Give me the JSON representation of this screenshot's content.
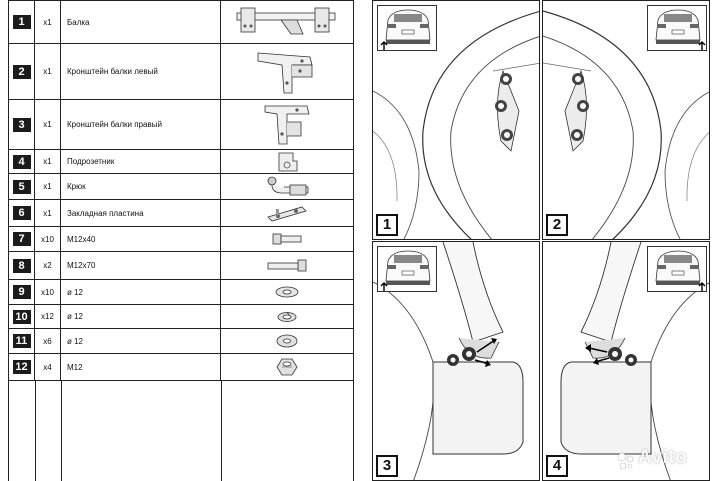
{
  "parts": [
    {
      "num": "1",
      "qty": "x1",
      "name": "Балка",
      "icon": "tow-beam-icon"
    },
    {
      "num": "2",
      "qty": "x1",
      "name": "Кронштейн балки левый",
      "icon": "left-bracket-icon"
    },
    {
      "num": "3",
      "qty": "x1",
      "name": "Кронштейн балки правый",
      "icon": "right-bracket-icon"
    },
    {
      "num": "4",
      "qty": "x1",
      "name": "Подрозетник",
      "icon": "socket-bracket-icon"
    },
    {
      "num": "5",
      "qty": "x1",
      "name": "Крюк",
      "icon": "tow-ball-hook-icon"
    },
    {
      "num": "6",
      "qty": "x1",
      "name": "Закладная пластина",
      "icon": "embedded-plate-icon"
    },
    {
      "num": "7",
      "qty": "x10",
      "name": "M12x40",
      "icon": "bolt-short-icon"
    },
    {
      "num": "8",
      "qty": "x2",
      "name": "M12x70",
      "icon": "bolt-long-icon"
    },
    {
      "num": "9",
      "qty": "x10",
      "name": "ø 12",
      "icon": "flat-washer-icon"
    },
    {
      "num": "10",
      "qty": "x12",
      "name": "ø 12",
      "icon": "spring-washer-icon"
    },
    {
      "num": "11",
      "qty": "x6",
      "name": "ø 12",
      "icon": "large-washer-icon"
    },
    {
      "num": "12",
      "qty": "x4",
      "name": "M12",
      "icon": "hex-nut-icon"
    }
  ],
  "steps": [
    {
      "num": "1",
      "icon": "step-remove-liner-left-icon"
    },
    {
      "num": "2",
      "icon": "step-remove-liner-right-icon"
    },
    {
      "num": "3",
      "icon": "step-mudflap-left-icon"
    },
    {
      "num": "4",
      "icon": "step-mudflap-right-icon"
    }
  ],
  "watermark": "Avito"
}
